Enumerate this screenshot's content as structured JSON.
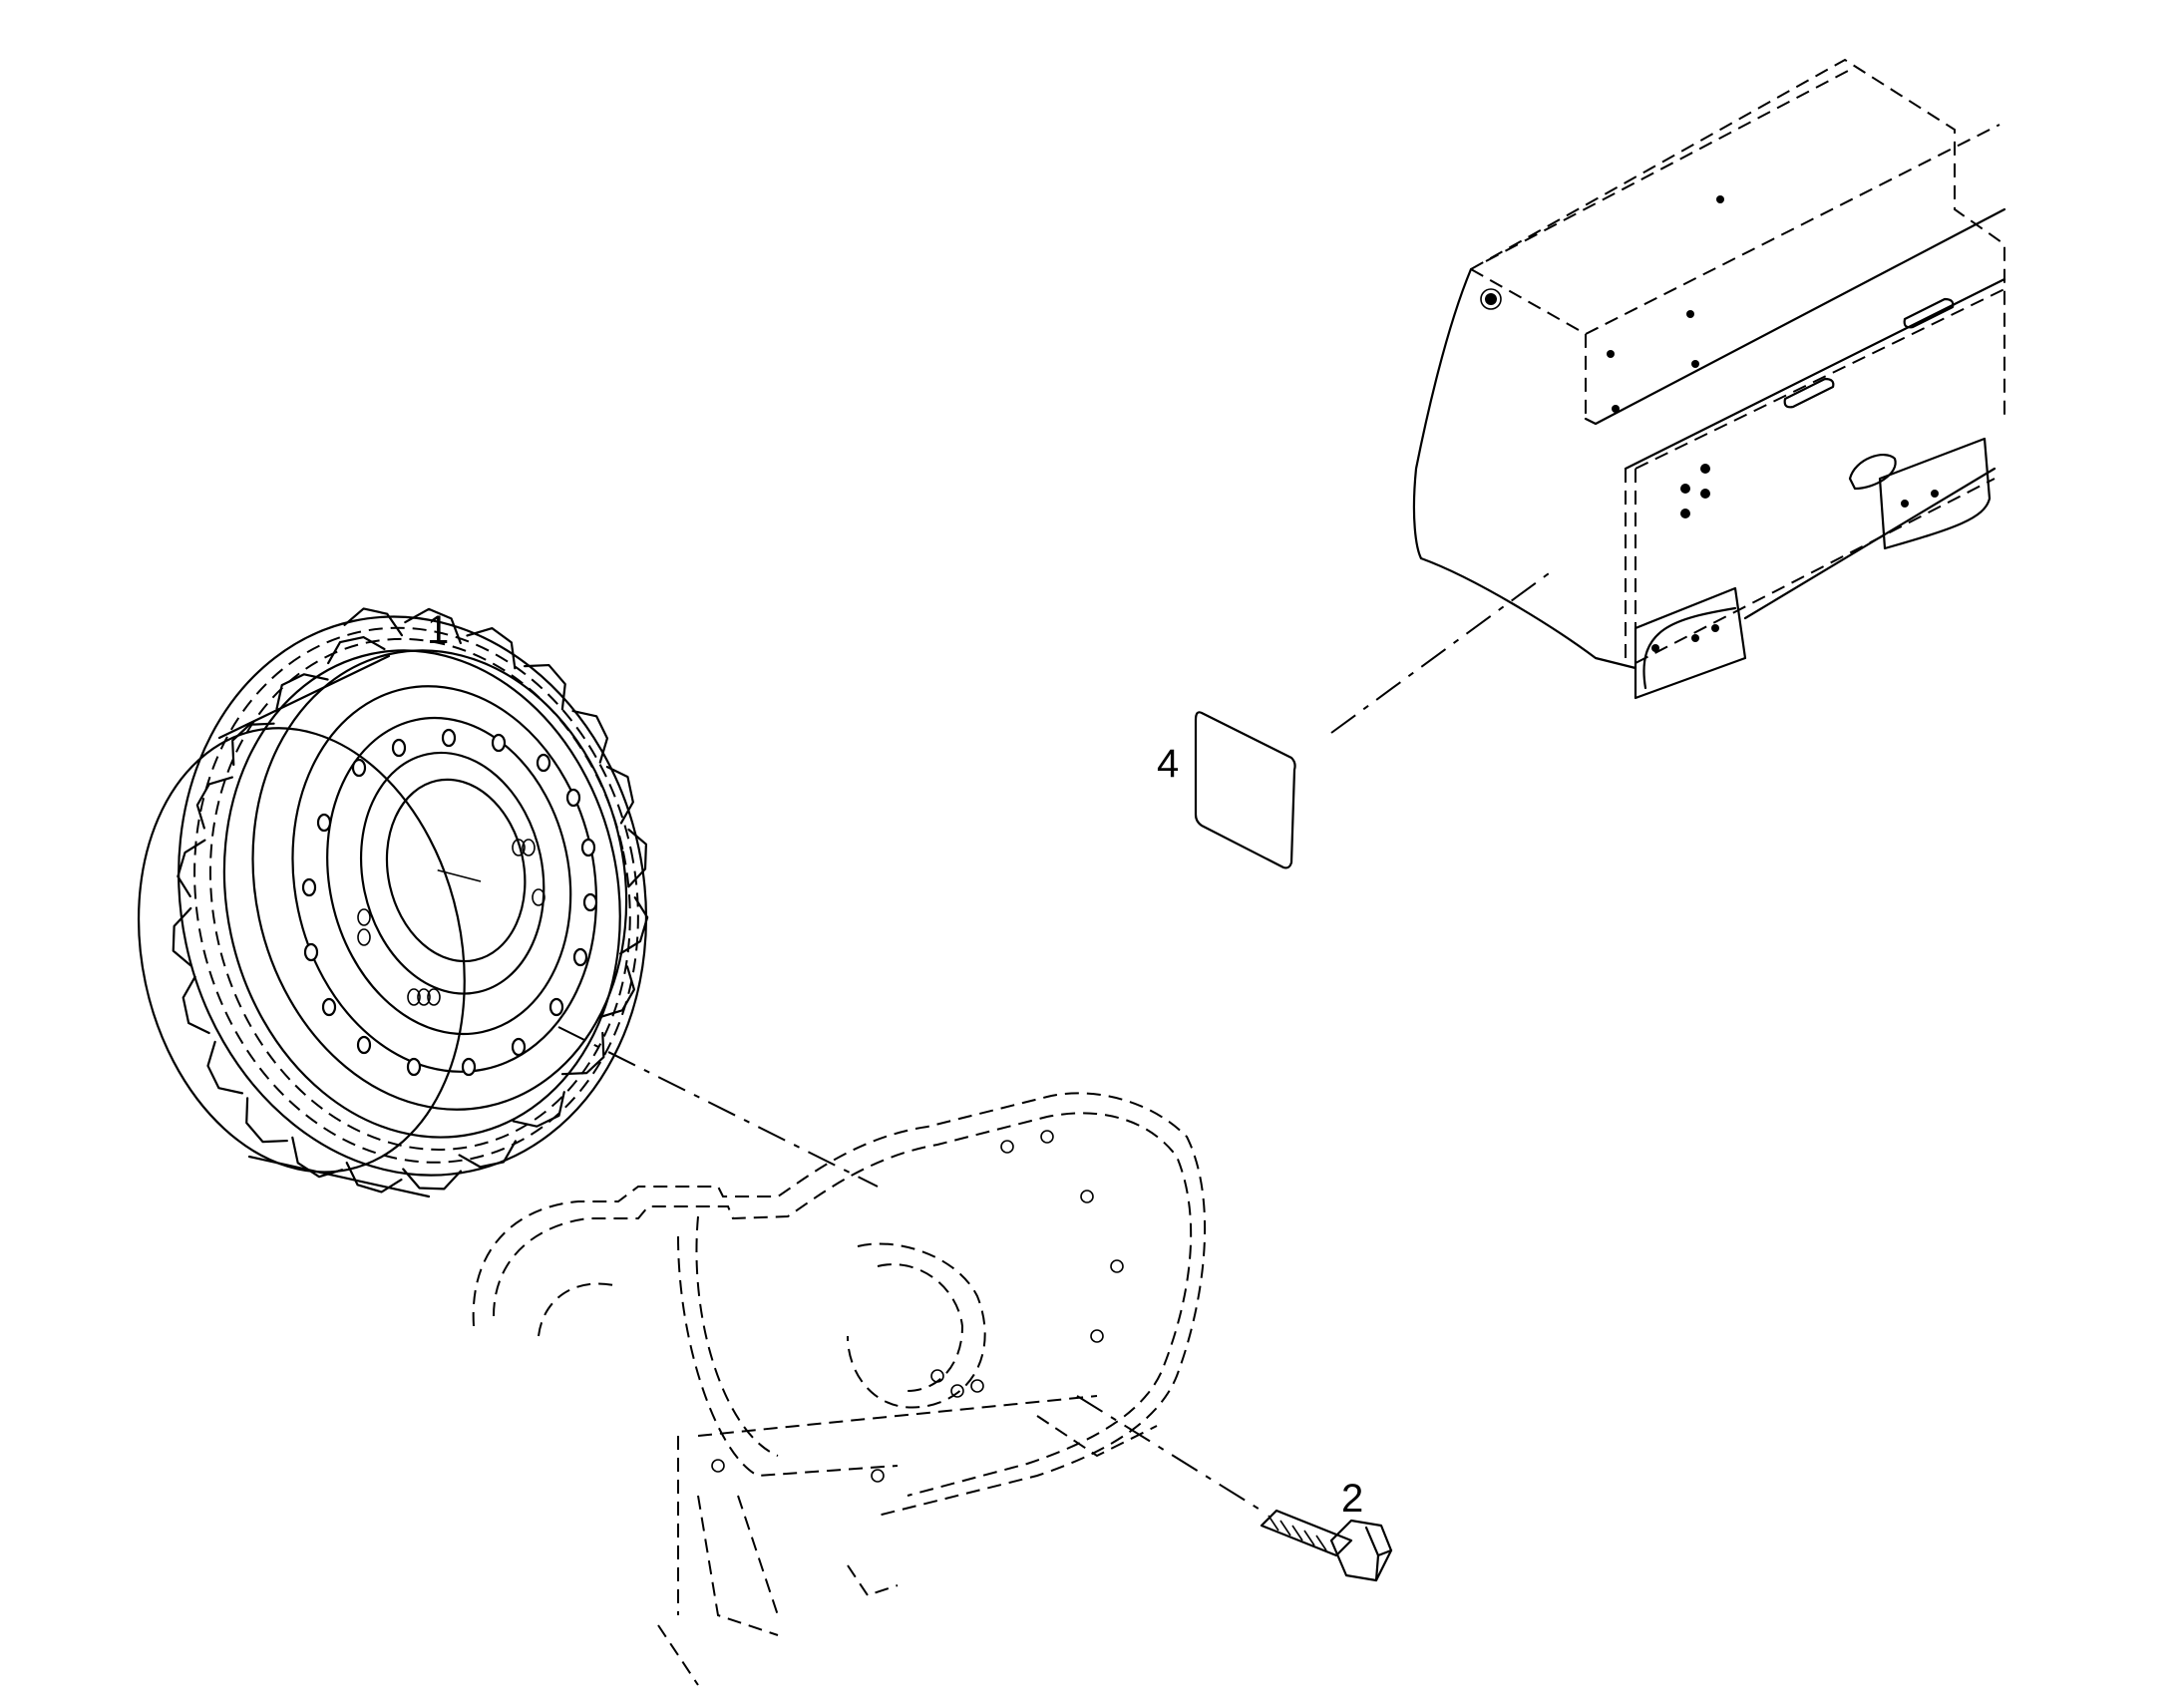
{
  "callouts": {
    "part_1": "1",
    "part_2": "2",
    "part_4": "4"
  },
  "colors": {
    "line": "#000000",
    "background": "#ffffff"
  }
}
